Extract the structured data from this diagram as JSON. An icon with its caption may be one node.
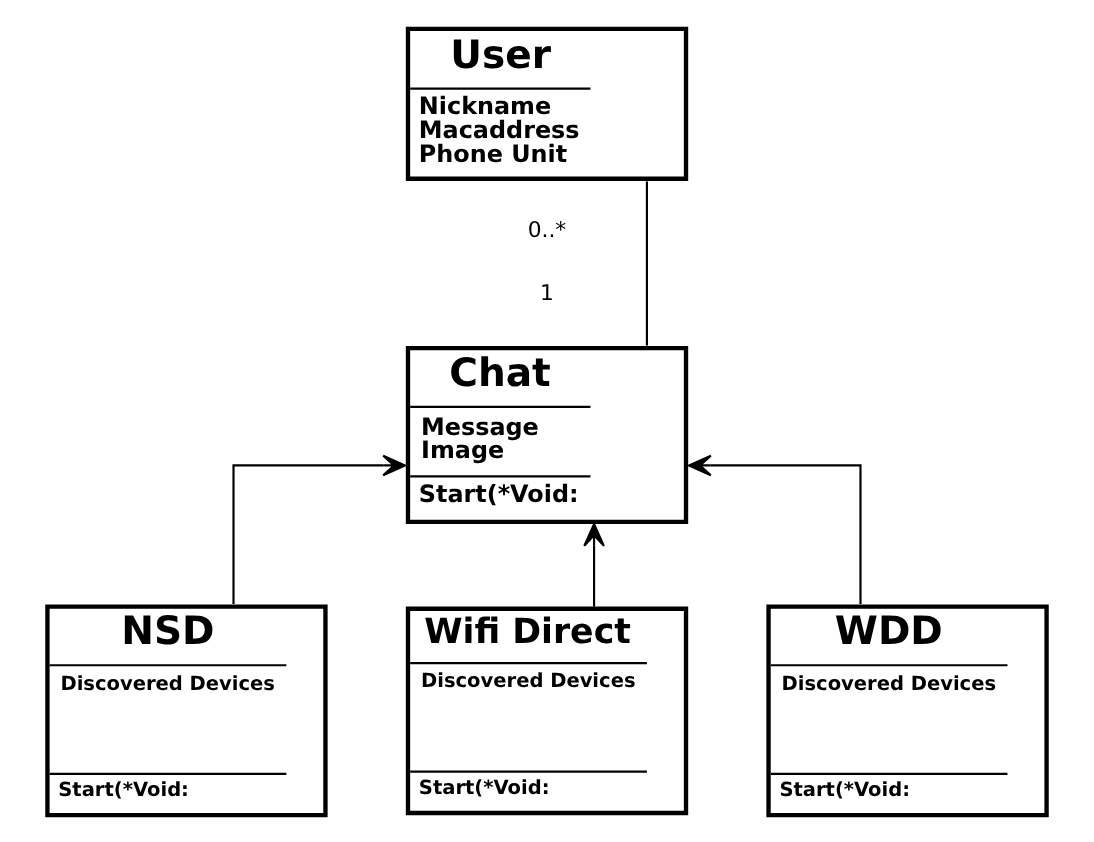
{
  "diagram": {
    "nodes": [
      {
        "text": [
          "User",
          "Nickname",
          "Macaddress",
          "Phone Unit"
        ]
      },
      {
        "text": [
          "Chat",
          "Message",
          "Image",
          "Start(*Void:"
        ]
      },
      {
        "text": [
          "NSD",
          "Discovered Devices",
          "Start(*Void:"
        ]
      },
      {
        "text": [
          "Wifi Direct",
          "Discovered Devices",
          "Start(*Void:"
        ]
      },
      {
        "text": [
          "WDD",
          "Discovered Devices",
          "Start(*Void:"
        ]
      }
    ],
    "edges": [
      {
        "from": 0,
        "to": 1,
        "arrow": "none"
      },
      {
        "from": 2,
        "to": 1,
        "arrow": "to"
      },
      {
        "from": 3,
        "to": 1,
        "arrow": "to"
      },
      {
        "from": 4,
        "to": 1,
        "arrow": "to"
      }
    ],
    "labels": [
      "0..*",
      "1"
    ]
  }
}
